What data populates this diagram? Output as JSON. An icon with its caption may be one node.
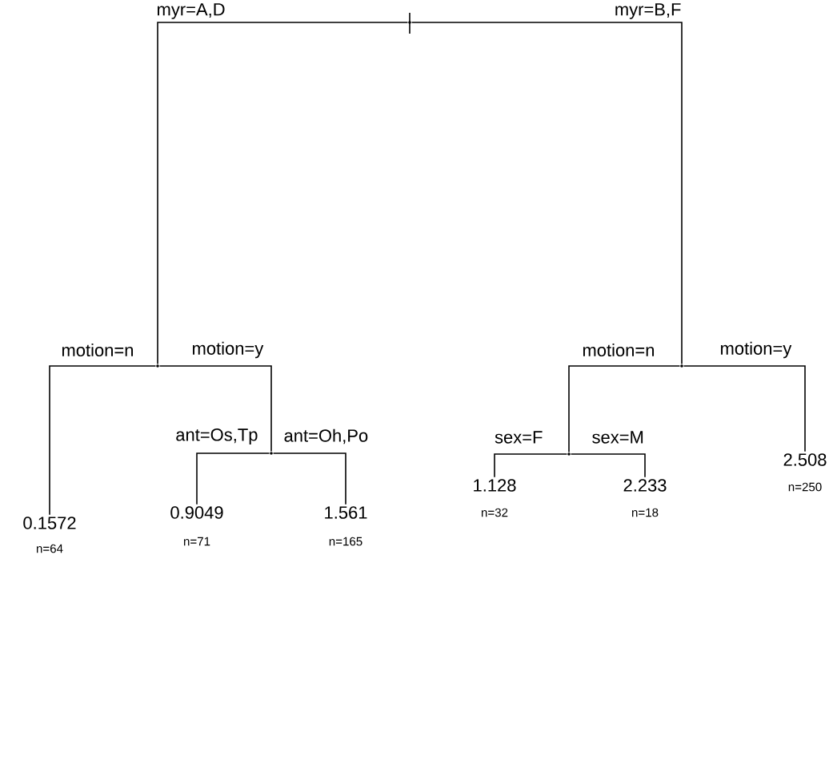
{
  "diagram": {
    "nodes": [
      {
        "text": [],
        "shape": "point"
      },
      {
        "text": [],
        "shape": "point"
      },
      {
        "text": [],
        "shape": "point"
      },
      {
        "text": [
          "0.1572"
        ],
        "beside": [
          "n=64"
        ]
      },
      {
        "text": [],
        "shape": "point"
      },
      {
        "text": [
          "0.9049"
        ],
        "beside": [
          "n=71"
        ]
      },
      {
        "text": [
          "1.561"
        ],
        "beside": [
          "n=165"
        ]
      },
      {
        "text": [],
        "shape": "point"
      },
      {
        "text": [
          "1.128"
        ],
        "beside": [
          "n=32"
        ]
      },
      {
        "text": [
          "2.233"
        ],
        "beside": [
          "n=18"
        ]
      },
      {
        "text": [
          "2.508"
        ],
        "beside": [
          "n=250"
        ]
      }
    ],
    "edges": [
      {
        "from": 0,
        "to": 1,
        "arrow": "none",
        "label": "myr=A,D"
      },
      {
        "from": 0,
        "to": 2,
        "arrow": "none",
        "label": "myr=B,F"
      },
      {
        "from": 1,
        "to": 3,
        "arrow": "none",
        "label": "motion=n"
      },
      {
        "from": 1,
        "to": 4,
        "arrow": "none",
        "label": "motion=y"
      },
      {
        "from": 4,
        "to": 5,
        "arrow": "none",
        "label": "ant=Os,Tp"
      },
      {
        "from": 4,
        "to": 6,
        "arrow": "none",
        "label": "ant=Oh,Po"
      },
      {
        "from": 2,
        "to": 7,
        "arrow": "none",
        "label": "motion=n"
      },
      {
        "from": 2,
        "to": 10,
        "arrow": "none",
        "label": "motion=y"
      },
      {
        "from": 7,
        "to": 8,
        "arrow": "none",
        "label": "sex=F"
      },
      {
        "from": 7,
        "to": 9,
        "arrow": "none",
        "label": "sex=M"
      }
    ]
  }
}
